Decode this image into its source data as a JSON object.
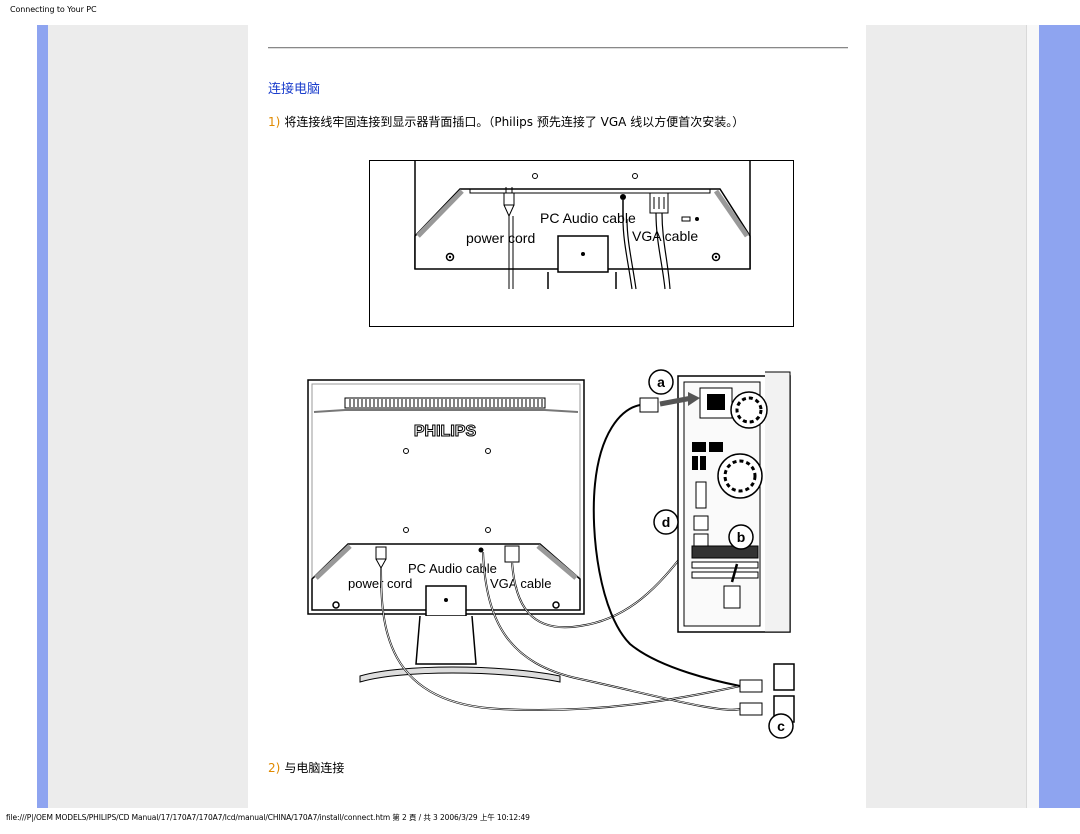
{
  "page": {
    "header_title": "Connecting to Your PC",
    "footer_path": "file:///P|/OEM MODELS/PHILIPS/CD Manual/17/170A7/170A7/lcd/manual/CHINA/170A7/install/connect.htm 第 2 頁 / 共 3 2006/3/29 上午 10:12:49"
  },
  "content": {
    "section_title": "连接电脑",
    "step1": {
      "num": "1)",
      "text": "将连接线牢固连接到显示器背面插口。（Philips 预先连接了 VGA 线以方便首次安装。）"
    },
    "step2": {
      "num": "2)",
      "text": "与电脑连接"
    }
  },
  "figure1": {
    "labels": {
      "pc_audio_cable": "PC Audio cable",
      "power_cord": "power cord",
      "vga_cable": "VGA cable"
    }
  },
  "figure2": {
    "brand": "PHILIPS",
    "labels": {
      "pc_audio_cable": "PC Audio cable",
      "power_cord": "power cord",
      "vga_cable": "VGA cable"
    },
    "callouts": {
      "a": "a",
      "b": "b",
      "c": "c",
      "d": "d"
    }
  },
  "colors": {
    "side_bar": "#8ea4f0",
    "side_gray": "#ececec",
    "title_blue": "#1a3dcc",
    "step_number": "#e08a00"
  }
}
